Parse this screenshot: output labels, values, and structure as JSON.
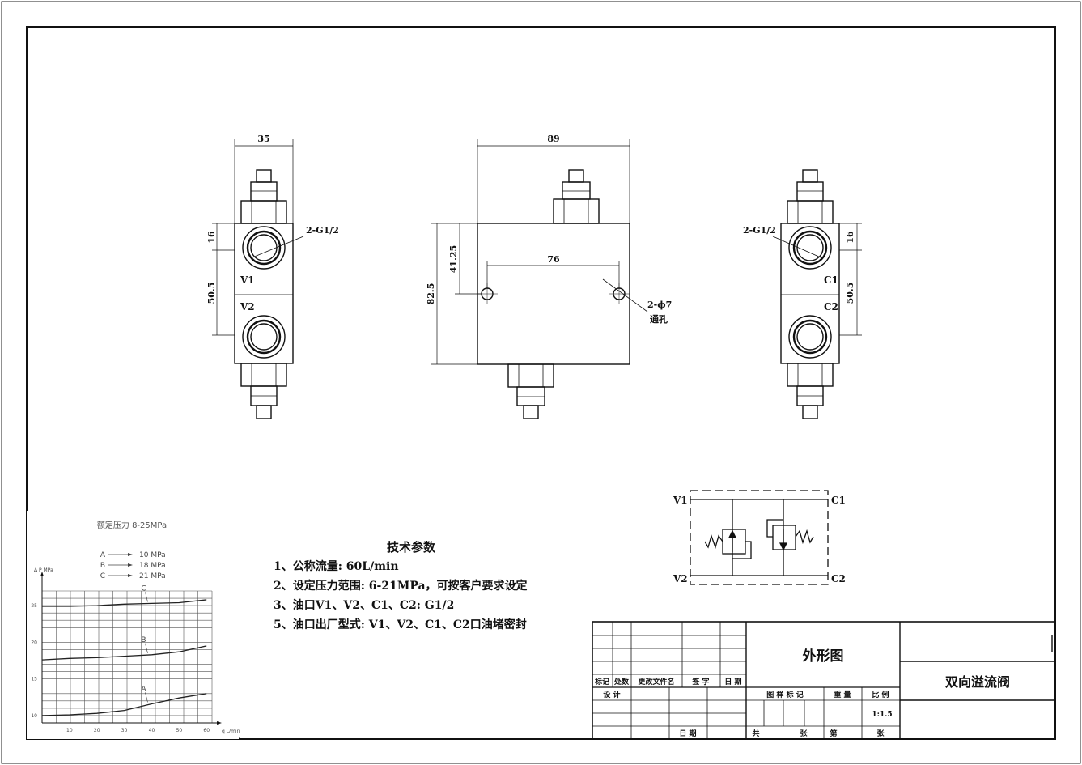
{
  "views": {
    "left": {
      "width_dim": "35",
      "dim_top": "16",
      "dim_mid": "50.5",
      "thread_label": "2-G1/2",
      "port_top": "V1",
      "port_bottom": "V2"
    },
    "front": {
      "width_dim": "89",
      "hole_spacing": "76",
      "height_dim": "82.5",
      "hole_height": "41.25",
      "hole_label": "2-ϕ7",
      "hole_note": "通孔"
    },
    "right": {
      "thread_label": "2-G1/2",
      "dim_top": "16",
      "dim_mid": "50.5",
      "port_top": "C1",
      "port_bottom": "C2"
    }
  },
  "schematic": {
    "v1": "V1",
    "v2": "V2",
    "c1": "C1",
    "c2": "C2"
  },
  "spec": {
    "title": "技术参数",
    "items": [
      "1、公称流量: 60L/min",
      "2、设定压力范围: 6-21MPa，可按客户要求设定",
      "3、油口V1、V2、C1、C2: G1/2",
      "5、油口出厂型式: V1、V2、C1、C2口油堵密封"
    ]
  },
  "chart_data": {
    "type": "line",
    "title": "额定压力 8-25MPa",
    "legend": [
      {
        "key": "A",
        "label": "10 MPa"
      },
      {
        "key": "B",
        "label": "18 MPa"
      },
      {
        "key": "C",
        "label": "21 MPa"
      }
    ],
    "ylabel": "Δ P MPa",
    "xlabel": "q L/min",
    "x_ticks": [
      "10",
      "20",
      "30",
      "40",
      "50",
      "60"
    ],
    "y_ticks": [
      "10",
      "15",
      "20",
      "25"
    ],
    "xlim": [
      0,
      62
    ],
    "ylim": [
      9,
      27
    ],
    "series": [
      {
        "name": "A",
        "x": [
          0,
          10,
          20,
          30,
          40,
          50,
          60
        ],
        "y": [
          10,
          10.1,
          10.3,
          10.7,
          11.6,
          12.4,
          13
        ]
      },
      {
        "name": "B",
        "x": [
          0,
          10,
          20,
          30,
          40,
          50,
          60
        ],
        "y": [
          17.6,
          17.8,
          17.9,
          18.1,
          18.3,
          18.7,
          19.5
        ]
      },
      {
        "name": "C",
        "x": [
          0,
          10,
          20,
          30,
          40,
          50,
          60
        ],
        "y": [
          24.9,
          24.9,
          25,
          25.2,
          25.3,
          25.4,
          25.8
        ]
      }
    ]
  },
  "title_block": {
    "headers": [
      "标记",
      "处数",
      "更改文件名",
      "签 字",
      "日 期"
    ],
    "design": "设 计",
    "date": "日 期",
    "drawing_name": "外形图",
    "part_name": "双向溢流阀",
    "col_marks": "图 样 标 记",
    "col_weight": "重 量",
    "col_scale": "比 例",
    "scale": "1:1.5",
    "total": "共",
    "sheets": "张",
    "page": "第",
    "sheets2": "张"
  }
}
